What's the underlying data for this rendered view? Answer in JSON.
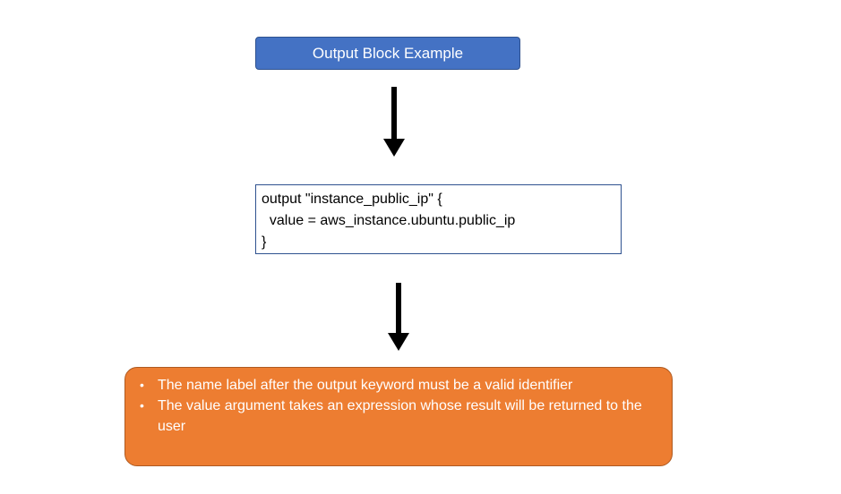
{
  "title": "Output Block Example",
  "code_lines": [
    "output \"instance_public_ip\" {",
    "  value = aws_instance.ubuntu.public_ip",
    "}"
  ],
  "bullets": [
    "The name label after the output keyword must be a valid identifier",
    "The value argument takes an expression whose result will be returned to the user"
  ],
  "colors": {
    "title_fill": "#4472c4",
    "note_fill": "#ed7d31",
    "arrow": "#000000"
  }
}
